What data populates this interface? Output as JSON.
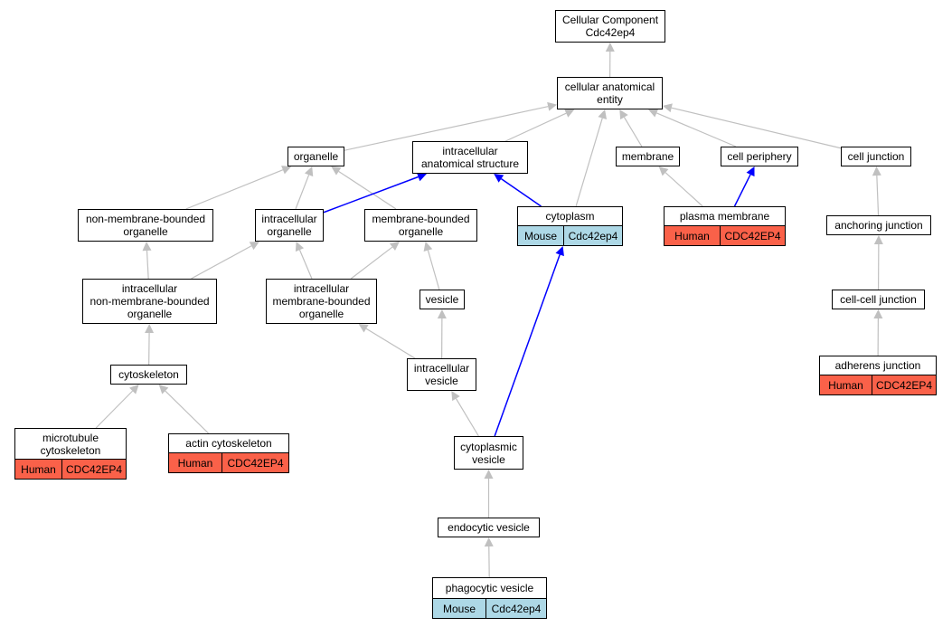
{
  "nodes": {
    "root": {
      "lines": [
        "Cellular Component",
        "Cdc42ep4"
      ]
    },
    "cae": {
      "lines": [
        "cellular anatomical",
        "entity"
      ]
    },
    "organelle": {
      "lines": [
        "organelle"
      ]
    },
    "ias": {
      "lines": [
        "intracellular",
        "anatomical structure"
      ]
    },
    "membrane": {
      "lines": [
        "membrane"
      ]
    },
    "cellper": {
      "lines": [
        "cell periphery"
      ]
    },
    "celljunc": {
      "lines": [
        "cell junction"
      ]
    },
    "nmbo": {
      "lines": [
        "non-membrane-bounded",
        "organelle"
      ]
    },
    "io": {
      "lines": [
        "intracellular",
        "organelle"
      ]
    },
    "mbo": {
      "lines": [
        "membrane-bounded",
        "organelle"
      ]
    },
    "cytoplasm": {
      "lines": [
        "cytoplasm"
      ],
      "annotation": {
        "species": "Mouse",
        "gene": "Cdc42ep4"
      }
    },
    "pm": {
      "lines": [
        "plasma membrane"
      ],
      "annotation": {
        "species": "Human",
        "gene": "CDC42EP4"
      }
    },
    "anchjunc": {
      "lines": [
        "anchoring junction"
      ]
    },
    "inmbo": {
      "lines": [
        "intracellular",
        "non-membrane-bounded",
        "organelle"
      ]
    },
    "imbo": {
      "lines": [
        "intracellular",
        "membrane-bounded",
        "organelle"
      ]
    },
    "vesicle": {
      "lines": [
        "vesicle"
      ]
    },
    "ccjunc": {
      "lines": [
        "cell-cell junction"
      ]
    },
    "cytoskel": {
      "lines": [
        "cytoskeleton"
      ]
    },
    "ivesicle": {
      "lines": [
        "intracellular",
        "vesicle"
      ]
    },
    "adherens": {
      "lines": [
        "adherens junction"
      ],
      "annotation": {
        "species": "Human",
        "gene": "CDC42EP4"
      }
    },
    "mtcyto": {
      "lines": [
        "microtubule",
        "cytoskeleton"
      ],
      "annotation": {
        "species": "Human",
        "gene": "CDC42EP4"
      }
    },
    "actin": {
      "lines": [
        "actin cytoskeleton"
      ],
      "annotation": {
        "species": "Human",
        "gene": "CDC42EP4"
      }
    },
    "cytovesicle": {
      "lines": [
        "cytoplasmic",
        "vesicle"
      ]
    },
    "endovesicle": {
      "lines": [
        "endocytic vesicle"
      ]
    },
    "phagovesicle": {
      "lines": [
        "phagocytic vesicle"
      ],
      "annotation": {
        "species": "Mouse",
        "gene": "Cdc42ep4"
      }
    }
  },
  "edges": [
    {
      "from": "cae",
      "to": "root",
      "kind": "is_a"
    },
    {
      "from": "organelle",
      "to": "cae",
      "kind": "is_a"
    },
    {
      "from": "ias",
      "to": "cae",
      "kind": "is_a"
    },
    {
      "from": "membrane",
      "to": "cae",
      "kind": "is_a"
    },
    {
      "from": "cellper",
      "to": "cae",
      "kind": "is_a"
    },
    {
      "from": "celljunc",
      "to": "cae",
      "kind": "is_a"
    },
    {
      "from": "cytoplasm",
      "to": "cae",
      "kind": "is_a"
    },
    {
      "from": "nmbo",
      "to": "organelle",
      "kind": "is_a"
    },
    {
      "from": "io",
      "to": "organelle",
      "kind": "is_a"
    },
    {
      "from": "mbo",
      "to": "organelle",
      "kind": "is_a"
    },
    {
      "from": "io",
      "to": "ias",
      "kind": "part_of"
    },
    {
      "from": "cytoplasm",
      "to": "ias",
      "kind": "part_of"
    },
    {
      "from": "pm",
      "to": "membrane",
      "kind": "is_a"
    },
    {
      "from": "pm",
      "to": "cellper",
      "kind": "part_of"
    },
    {
      "from": "anchjunc",
      "to": "celljunc",
      "kind": "is_a"
    },
    {
      "from": "ccjunc",
      "to": "anchjunc",
      "kind": "is_a"
    },
    {
      "from": "adherens",
      "to": "ccjunc",
      "kind": "is_a"
    },
    {
      "from": "inmbo",
      "to": "nmbo",
      "kind": "is_a"
    },
    {
      "from": "inmbo",
      "to": "io",
      "kind": "is_a"
    },
    {
      "from": "imbo",
      "to": "io",
      "kind": "is_a"
    },
    {
      "from": "imbo",
      "to": "mbo",
      "kind": "is_a"
    },
    {
      "from": "vesicle",
      "to": "mbo",
      "kind": "is_a"
    },
    {
      "from": "cytoskel",
      "to": "inmbo",
      "kind": "is_a"
    },
    {
      "from": "ivesicle",
      "to": "imbo",
      "kind": "is_a"
    },
    {
      "from": "ivesicle",
      "to": "vesicle",
      "kind": "is_a"
    },
    {
      "from": "mtcyto",
      "to": "cytoskel",
      "kind": "is_a"
    },
    {
      "from": "actin",
      "to": "cytoskel",
      "kind": "is_a"
    },
    {
      "from": "cytovesicle",
      "to": "ivesicle",
      "kind": "is_a"
    },
    {
      "from": "cytovesicle",
      "to": "cytoplasm",
      "kind": "part_of"
    },
    {
      "from": "endovesicle",
      "to": "cytovesicle",
      "kind": "is_a"
    },
    {
      "from": "phagovesicle",
      "to": "endovesicle",
      "kind": "is_a"
    }
  ],
  "colors": {
    "is_a_edge": "#c0c0c0",
    "part_of_edge": "#0000ff",
    "human_annotation": "#fa6149",
    "mouse_annotation": "#add8e6",
    "node_border": "#000000"
  }
}
